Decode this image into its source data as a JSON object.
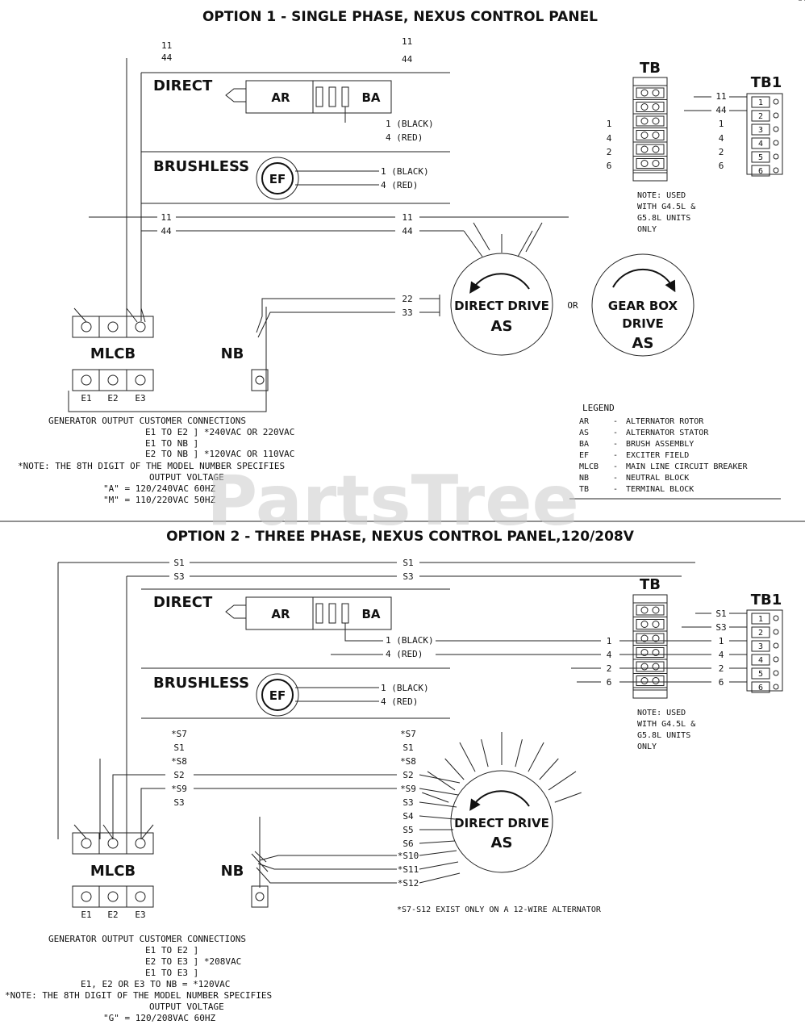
{
  "watermark": "PartsTree",
  "option1": {
    "title": "OPTION 1 - SINGLE PHASE, NEXUS CONTROL PANEL",
    "top_wire_left": [
      "11",
      "44"
    ],
    "top_wire_right": [
      "11",
      "44"
    ],
    "direct_label": "DIRECT",
    "ar": "AR",
    "ba": "BA",
    "direct_wires": [
      "1 (BLACK)",
      "4 (RED)"
    ],
    "brushless_label": "BRUSHLESS",
    "ef": "EF",
    "brushless_wires": [
      "1 (BLACK)",
      "4 (RED)"
    ],
    "stator_wires_left": [
      "11",
      "44"
    ],
    "stator_wires_right": [
      "11",
      "44"
    ],
    "nb_wires": [
      "22",
      "33"
    ],
    "direct_drive": [
      "DIRECT DRIVE",
      "AS"
    ],
    "or": "OR",
    "gear_box": [
      "GEAR BOX",
      "DRIVE",
      "AS"
    ],
    "mlcb": "MLCB",
    "nb": "NB",
    "e_terminals": [
      "E1",
      "E2",
      "E3"
    ],
    "tb": "TB",
    "tb1": "TB1",
    "tb_left_numbers": [
      "1",
      "4",
      "2",
      "6"
    ],
    "tb_right_numbers": [
      "11",
      "44",
      "1",
      "4",
      "2",
      "6"
    ],
    "tb1_pins": [
      "1",
      "2",
      "3",
      "4",
      "5",
      "6"
    ],
    "tb_note": [
      "NOTE: USED",
      "WITH G4.5L &",
      "G5.8L UNITS",
      "ONLY"
    ],
    "connections": [
      "GENERATOR OUTPUT CUSTOMER CONNECTIONS",
      "E1 TO E2 ] *240VAC OR 220VAC",
      "E1 TO NB ]",
      "E2 TO NB ] *120VAC OR 110VAC",
      "*NOTE: THE 8TH DIGIT OF THE MODEL NUMBER SPECIFIES",
      "OUTPUT VOLTAGE",
      "\"A\" = 120/240VAC 60HZ",
      "\"M\" = 110/220VAC 50HZ"
    ],
    "legend_title": "LEGEND",
    "legend": [
      [
        "AR",
        "ALTERNATOR ROTOR"
      ],
      [
        "AS",
        "ALTERNATOR STATOR"
      ],
      [
        "BA",
        "BRUSH ASSEMBLY"
      ],
      [
        "EF",
        "EXCITER FIELD"
      ],
      [
        "MLCB",
        "MAIN LINE CIRCUIT BREAKER"
      ],
      [
        "NB",
        "NEUTRAL BLOCK"
      ],
      [
        "TB",
        "TERMINAL BLOCK"
      ]
    ]
  },
  "option2": {
    "title": "OPTION 2 - THREE PHASE, NEXUS CONTROL PANEL,120/208V",
    "top_wires": [
      "S1",
      "S3"
    ],
    "direct_label": "DIRECT",
    "ar": "AR",
    "ba": "BA",
    "direct_wires": [
      "1 (BLACK)",
      "4 (RED)"
    ],
    "brushless_label": "BRUSHLESS",
    "ef": "EF",
    "brushless_wires": [
      "1 (BLACK)",
      "4 (RED)"
    ],
    "tb": "TB",
    "tb1": "TB1",
    "tb_in_numbers": [
      "1",
      "4",
      "2",
      "6"
    ],
    "tb_right_numbers": [
      "S1",
      "S3",
      "1",
      "4",
      "2",
      "6"
    ],
    "tb1_pins": [
      "1",
      "2",
      "3",
      "4",
      "5",
      "6"
    ],
    "tb_note": [
      "NOTE: USED",
      "WITH G4.5L &",
      "G5.8L UNITS",
      "ONLY"
    ],
    "left_wires": [
      "*S7",
      "S1",
      "*S8",
      "S2",
      "*S9",
      "S3"
    ],
    "right_wires": [
      "*S7",
      "S1",
      "*S8",
      "S2",
      "*S9",
      "S3",
      "S4",
      "S5",
      "S6",
      "*S10",
      "*S11",
      "*S12"
    ],
    "direct_drive": [
      "DIRECT DRIVE",
      "AS"
    ],
    "mlcb": "MLCB",
    "nb": "NB",
    "e_terminals": [
      "E1",
      "E2",
      "E3"
    ],
    "footnote": "*S7-S12 EXIST ONLY ON A 12-WIRE ALTERNATOR",
    "connections": [
      "GENERATOR OUTPUT CUSTOMER CONNECTIONS",
      "E1 TO E2 ]",
      "E2 TO E3 ] *208VAC",
      "E1 TO E3 ]",
      "E1, E2 OR E3 TO NB = *120VAC",
      "*NOTE: THE 8TH DIGIT OF THE MODEL NUMBER SPECIFIES",
      "OUTPUT VOLTAGE",
      "\"G\" = 120/208VAC 60HZ"
    ]
  }
}
